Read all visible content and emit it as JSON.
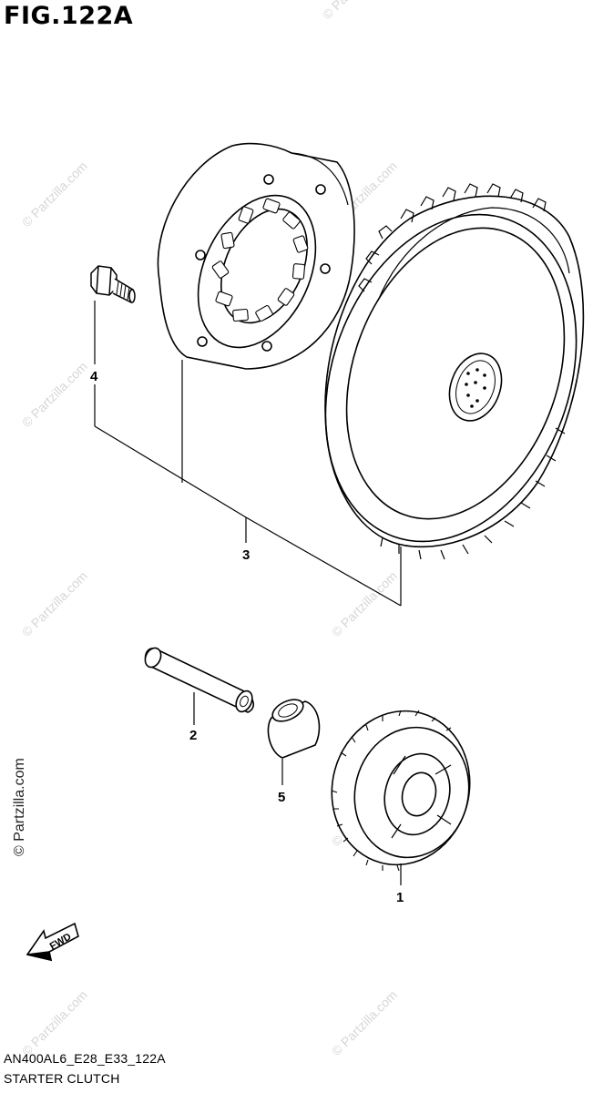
{
  "figure": {
    "title": "FIG.122A",
    "code": "AN400AL6_E28_E33_122A",
    "name": "STARTER CLUTCH"
  },
  "fwd_arrow": {
    "label": "FWD"
  },
  "watermark": "© Partzilla.com",
  "callouts": [
    {
      "id": "1",
      "label": "1"
    },
    {
      "id": "2",
      "label": "2"
    },
    {
      "id": "3",
      "label": "3"
    },
    {
      "id": "4",
      "label": "4"
    },
    {
      "id": "5",
      "label": "5"
    }
  ],
  "colors": {
    "line": "#000000",
    "watermark": "#d6d6d6",
    "background": "#ffffff"
  }
}
